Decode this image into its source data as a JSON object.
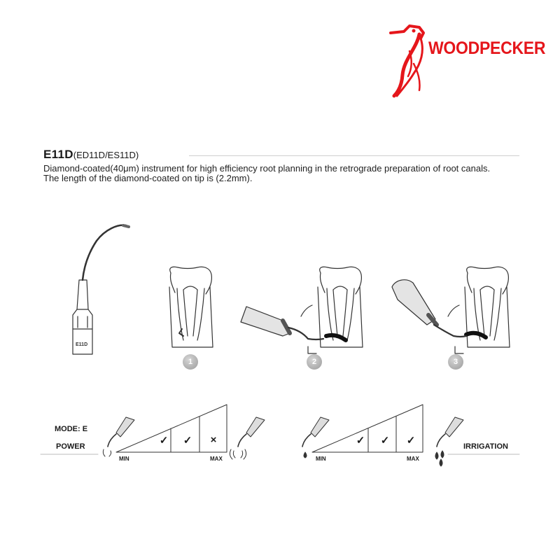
{
  "brand": {
    "name": "WOODPECKER",
    "color": "#e5161b",
    "logo_icon": "woodpecker-bird-icon"
  },
  "product": {
    "code": "E11D",
    "variants": "(ED11D/ES11D)",
    "description": "Diamond-coated(40μm) instrument for high efficiency root planning in the retrograde preparation of root canals. The length of the diamond-coated on tip is (2.2mm).",
    "tip_label": "E11D"
  },
  "steps": [
    {
      "number": "1"
    },
    {
      "number": "2"
    },
    {
      "number": "3"
    }
  ],
  "power_panel": {
    "mode_label": "MODE: E",
    "power_label": "POWER",
    "min_label": "MIN",
    "max_label": "MAX",
    "levels": [
      "✓",
      "✓",
      "×"
    ]
  },
  "irrigation_panel": {
    "label": "IRRIGATION",
    "min_label": "MIN",
    "max_label": "MAX",
    "levels": [
      "✓",
      "✓",
      "✓"
    ]
  }
}
